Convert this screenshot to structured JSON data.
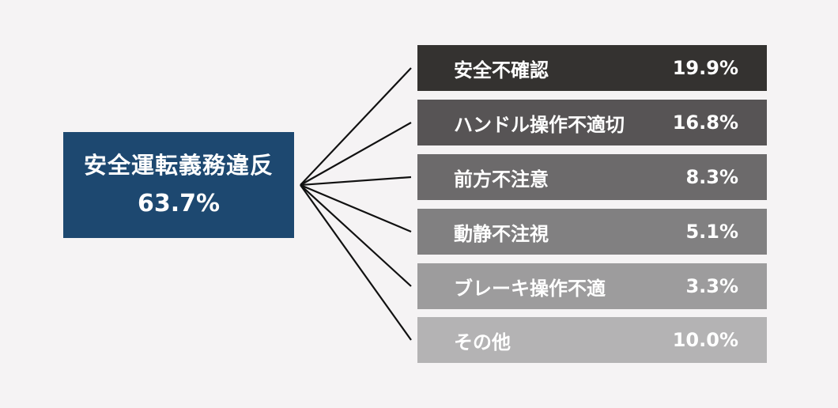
{
  "root": {
    "label": "安全運転義務違反",
    "value": "63.7%",
    "color": "#1d4870"
  },
  "categories": [
    {
      "label": "安全不確認",
      "value": "19.9%",
      "color": "#343230"
    },
    {
      "label": "ハンドル操作不適切",
      "value": "16.8%",
      "color": "#575455"
    },
    {
      "label": "前方不注意",
      "value": "8.3%",
      "color": "#6c6a6b"
    },
    {
      "label": "動静不注視",
      "value": "5.1%",
      "color": "#818081"
    },
    {
      "label": "ブレーキ操作不適",
      "value": "3.3%",
      "color": "#9d9c9d"
    },
    {
      "label": "その他",
      "value": "10.0%",
      "color": "#b4b3b4"
    }
  ]
}
